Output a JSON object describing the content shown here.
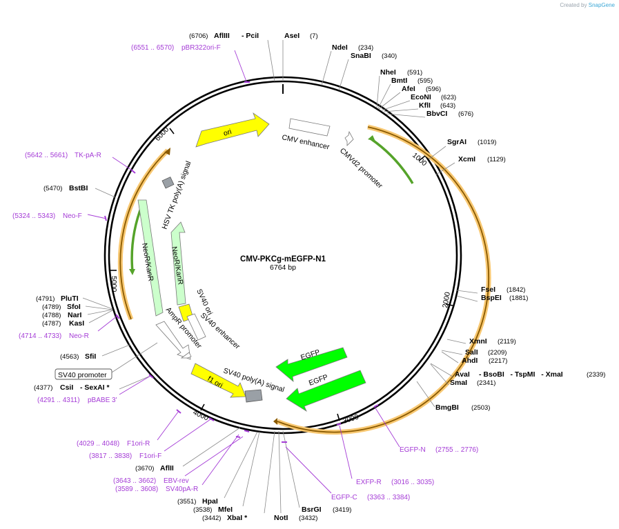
{
  "credit": {
    "prefix": "Created by",
    "brand": "SnapGene"
  },
  "plasmid": {
    "name": "CMV-PKCg-mEGFP-N1",
    "size": "6764 bp"
  },
  "colors": {
    "primer": "#a43bd6",
    "ori": "#ffff00",
    "egfp": "#00ff00",
    "neor": "#ccffcc",
    "orf": "#f7b538",
    "backbone": "#000000"
  },
  "ticks": [
    "1000",
    "2000",
    "3000",
    "4000",
    "5000",
    "6000"
  ],
  "features": [
    {
      "label": "CMV enhancer"
    },
    {
      "label": "CMVd2 promoter"
    },
    {
      "label": "ori"
    },
    {
      "label": "HSV TK poly(A) signal"
    },
    {
      "label": "NeoR/KanR"
    },
    {
      "label": "NeoR/KanR"
    },
    {
      "label": "SV40 ori"
    },
    {
      "label": "SV40 enhancer"
    },
    {
      "label": "AmpR promoter"
    },
    {
      "label": "f1 ori"
    },
    {
      "label": "SV40 poly(A) signal"
    },
    {
      "label": "EGFP"
    },
    {
      "label": "EGFP"
    }
  ],
  "enzymes": {
    "e0": {
      "name": "AflIII",
      "pos": "(6706)",
      "extra": "- PciI"
    },
    "e1": {
      "name": "AseI",
      "pos": "(7)"
    },
    "e2": {
      "name": "NdeI",
      "pos": "(234)"
    },
    "e3": {
      "name": "SnaBI",
      "pos": "(340)"
    },
    "e4": {
      "name": "NheI",
      "pos": "(591)"
    },
    "e5": {
      "name": "BmtI",
      "pos": "(595)"
    },
    "e6": {
      "name": "AfeI",
      "pos": "(596)"
    },
    "e7": {
      "name": "EcoNI",
      "pos": "(623)"
    },
    "e8": {
      "name": "KflI",
      "pos": "(643)"
    },
    "e9": {
      "name": "BbvCI",
      "pos": "(676)"
    },
    "e10": {
      "name": "SgrAI",
      "pos": "(1019)"
    },
    "e11": {
      "name": "XcmI",
      "pos": "(1129)"
    },
    "e12": {
      "name": "FseI",
      "pos": "(1842)"
    },
    "e13": {
      "name": "BspEI",
      "pos": "(1881)"
    },
    "e14": {
      "name": "XmnI",
      "pos": "(2119)"
    },
    "e15": {
      "name": "SalI",
      "pos": "(2209)"
    },
    "e16": {
      "name": "AhdI",
      "pos": "(2217)"
    },
    "e17": {
      "name": "AvaI",
      "pos": "(2339)",
      "extra": "- BsoBI   - TspMI   - XmaI"
    },
    "e18": {
      "name": "SmaI",
      "pos": "(2341)"
    },
    "e19": {
      "name": "BmgBI",
      "pos": "(2503)"
    },
    "e20": {
      "name": "BsrGI",
      "pos": "(3419)"
    },
    "e21": {
      "name": "NotI",
      "pos": "(3432)"
    },
    "e22": {
      "name": "XbaI *",
      "pos": "(3442)"
    },
    "e23": {
      "name": "MfeI",
      "pos": "(3538)"
    },
    "e24": {
      "name": "HpaI",
      "pos": "(3551)"
    },
    "e25": {
      "name": "AflII",
      "pos": "(3670)"
    },
    "e26": {
      "name": "CsiI",
      "pos": "(4377)",
      "extra": "- SexAI *"
    },
    "e27": {
      "name": "SfiI",
      "pos": "(4563)"
    },
    "e28": {
      "name": "KasI",
      "pos": "(4787)"
    },
    "e29": {
      "name": "NarI",
      "pos": "(4788)"
    },
    "e30": {
      "name": "SfoI",
      "pos": "(4789)"
    },
    "e31": {
      "name": "PluTI",
      "pos": "(4791)"
    },
    "e32": {
      "name": "BstBI",
      "pos": "(5470)"
    }
  },
  "primers": {
    "p0": {
      "range": "(6551 .. 6570)",
      "name": "pBR322ori-F"
    },
    "p1": {
      "range": "(5642 .. 5661)",
      "name": "TK-pA-R"
    },
    "p2": {
      "range": "(5324 .. 5343)",
      "name": "Neo-F"
    },
    "p3": {
      "range": "(4714 .. 4733)",
      "name": "Neo-R"
    },
    "p4": {
      "range": "(4291 .. 4311)",
      "name": "pBABE 3'"
    },
    "p5": {
      "range": "(4029 .. 4048)",
      "name": "F1ori-R"
    },
    "p6": {
      "range": "(3817 .. 3838)",
      "name": "F1ori-F"
    },
    "p7": {
      "range": "(3643 .. 3662)",
      "name": "EBV-rev"
    },
    "p8": {
      "range": "(3589 .. 3608)",
      "name": "SV40pA-R"
    },
    "p9": {
      "range": "(3363 .. 3384)",
      "name": "EGFP-C"
    },
    "p10": {
      "range": "(3016 .. 3035)",
      "name": "EXFP-R"
    },
    "p11": {
      "range": "(2755 .. 2776)",
      "name": "EGFP-N"
    }
  },
  "boxed_label": "SV40 promoter"
}
